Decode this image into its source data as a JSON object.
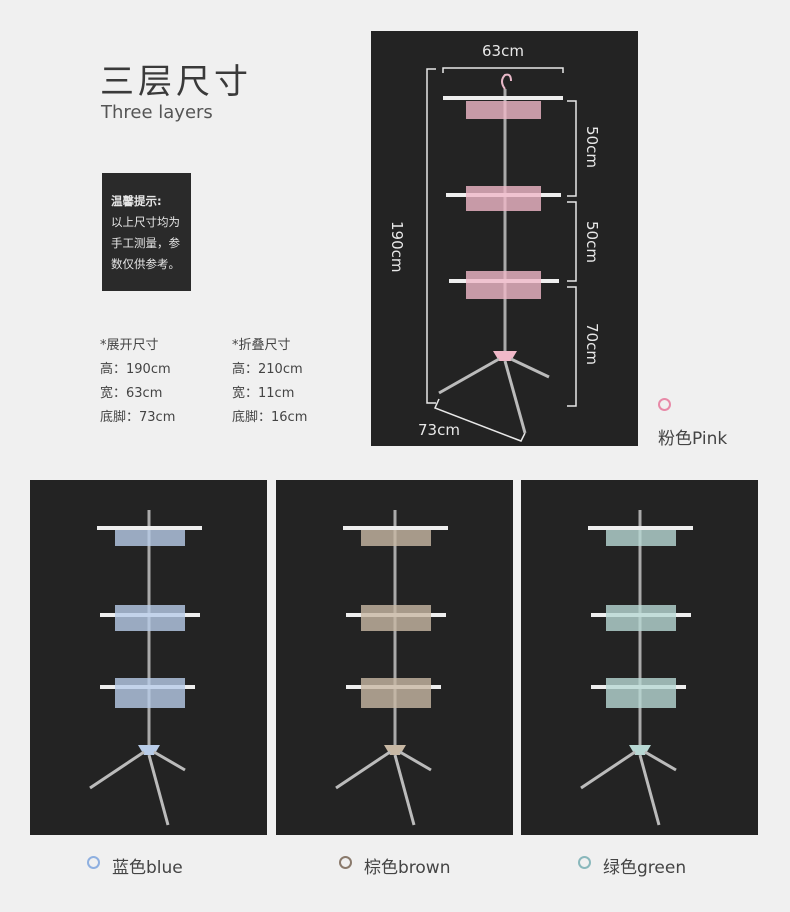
{
  "header": {
    "title_cn": "三层尺寸",
    "title_en": "Three layers"
  },
  "notice": {
    "heading": "温馨提示:",
    "lines": [
      "以上尺寸均为",
      "手工测量，参",
      "数仅供参考。"
    ]
  },
  "specs": {
    "expanded": {
      "label": "*展开尺寸",
      "rows": [
        "高：190cm",
        "宽：63cm",
        "底脚：73cm"
      ]
    },
    "folded": {
      "label": "*折叠尺寸",
      "rows": [
        "高：210cm",
        "宽：11cm",
        "底脚：16cm"
      ]
    }
  },
  "main_image": {
    "color": "#f0b8c8",
    "dimensions": {
      "width": "63cm",
      "height": "190cm",
      "tier1": "50cm",
      "tier2": "50cm",
      "base_height": "70cm",
      "base": "73cm"
    },
    "swatch_color": "#e88aa8",
    "label": "粉色Pink"
  },
  "variants": [
    {
      "label": "蓝色blue",
      "swatch_color": "#8fb0e0",
      "accent": "#b8cce8"
    },
    {
      "label": "棕色brown",
      "swatch_color": "#8a7a6c",
      "accent": "#c8b8a4"
    },
    {
      "label": "绿色green",
      "swatch_color": "#8ab8bc",
      "accent": "#b8d8d4"
    }
  ]
}
